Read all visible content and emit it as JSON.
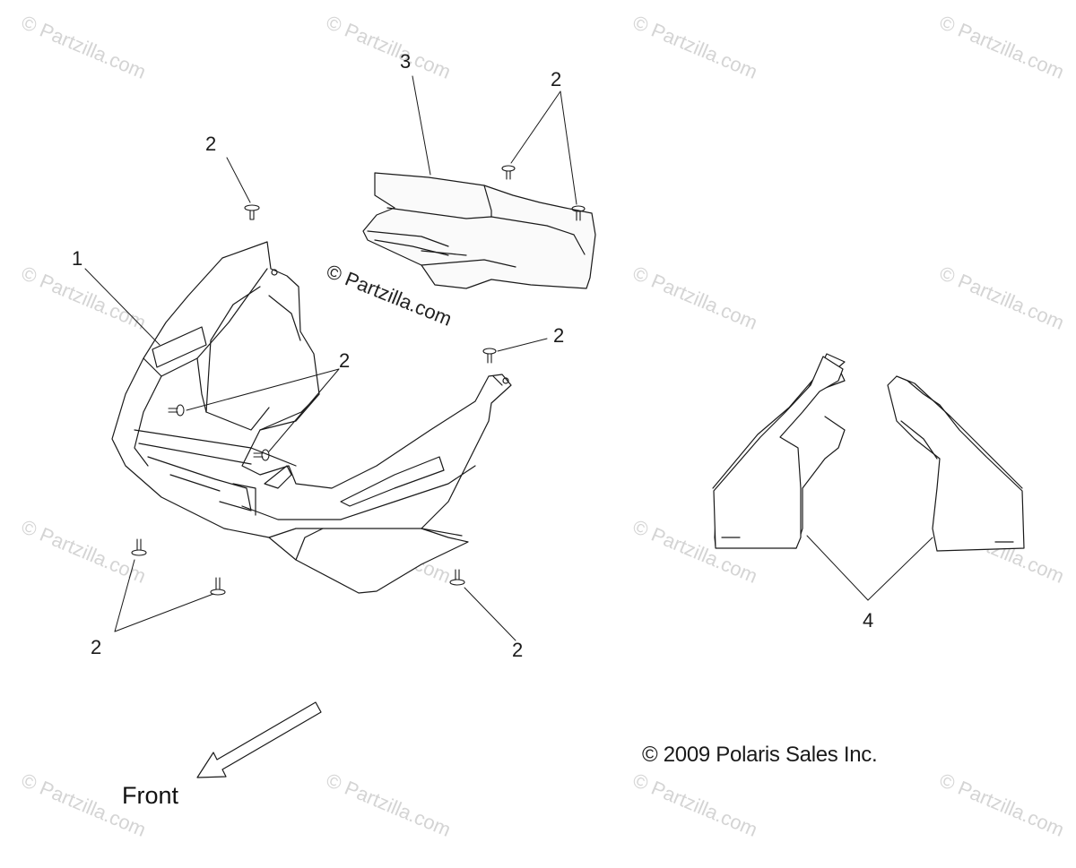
{
  "callouts": {
    "part_1": "1",
    "part_2": "2",
    "part_3": "3",
    "part_4": "4"
  },
  "front_label": "Front",
  "copyright": "© 2009 Polaris Sales Inc.",
  "watermark": "© Partzilla.com",
  "watermark_center": "© Partzilla.com",
  "colors": {
    "line": "#1a1a1a",
    "watermark": "#d4d4d4"
  }
}
